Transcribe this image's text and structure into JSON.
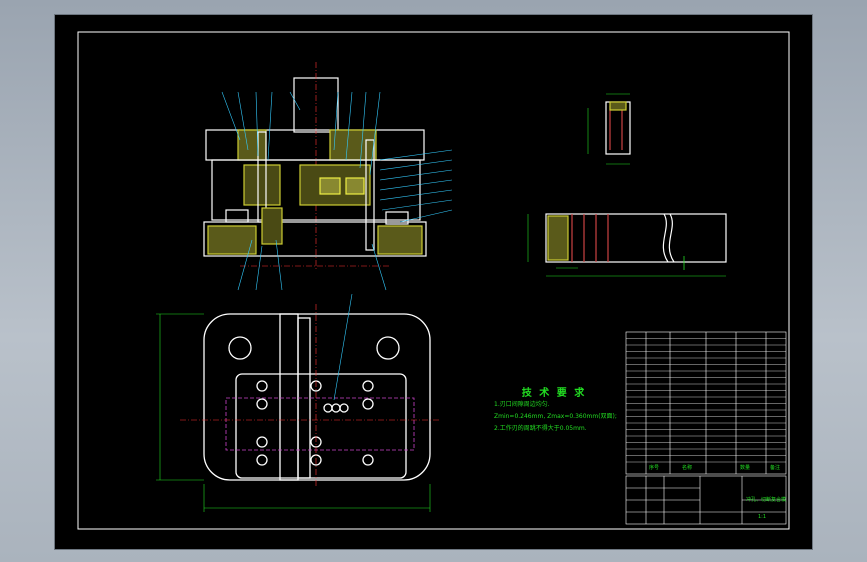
{
  "drawing": {
    "background": "#000000",
    "line_color": "#ffffff",
    "dim_color": "#22dd22",
    "center_color": "#ff3333",
    "leader_color": "#33ccff",
    "hatch_color": "#cccc33"
  },
  "tech_requirements": {
    "title": "技 术 要 求",
    "lines": [
      "1.刃口间隙周边均匀.",
      "Zmin=0.246mm, Zmax=0.360mm(双面);",
      "2.工作刃的周跳不得大于0.05mm."
    ]
  },
  "bom_headers": {
    "no": "序号",
    "name": "名称",
    "qty": "数量",
    "note": "备注"
  },
  "title_block": {
    "drawing_name": "冲孔、切断复合模",
    "scale": "1:1"
  }
}
